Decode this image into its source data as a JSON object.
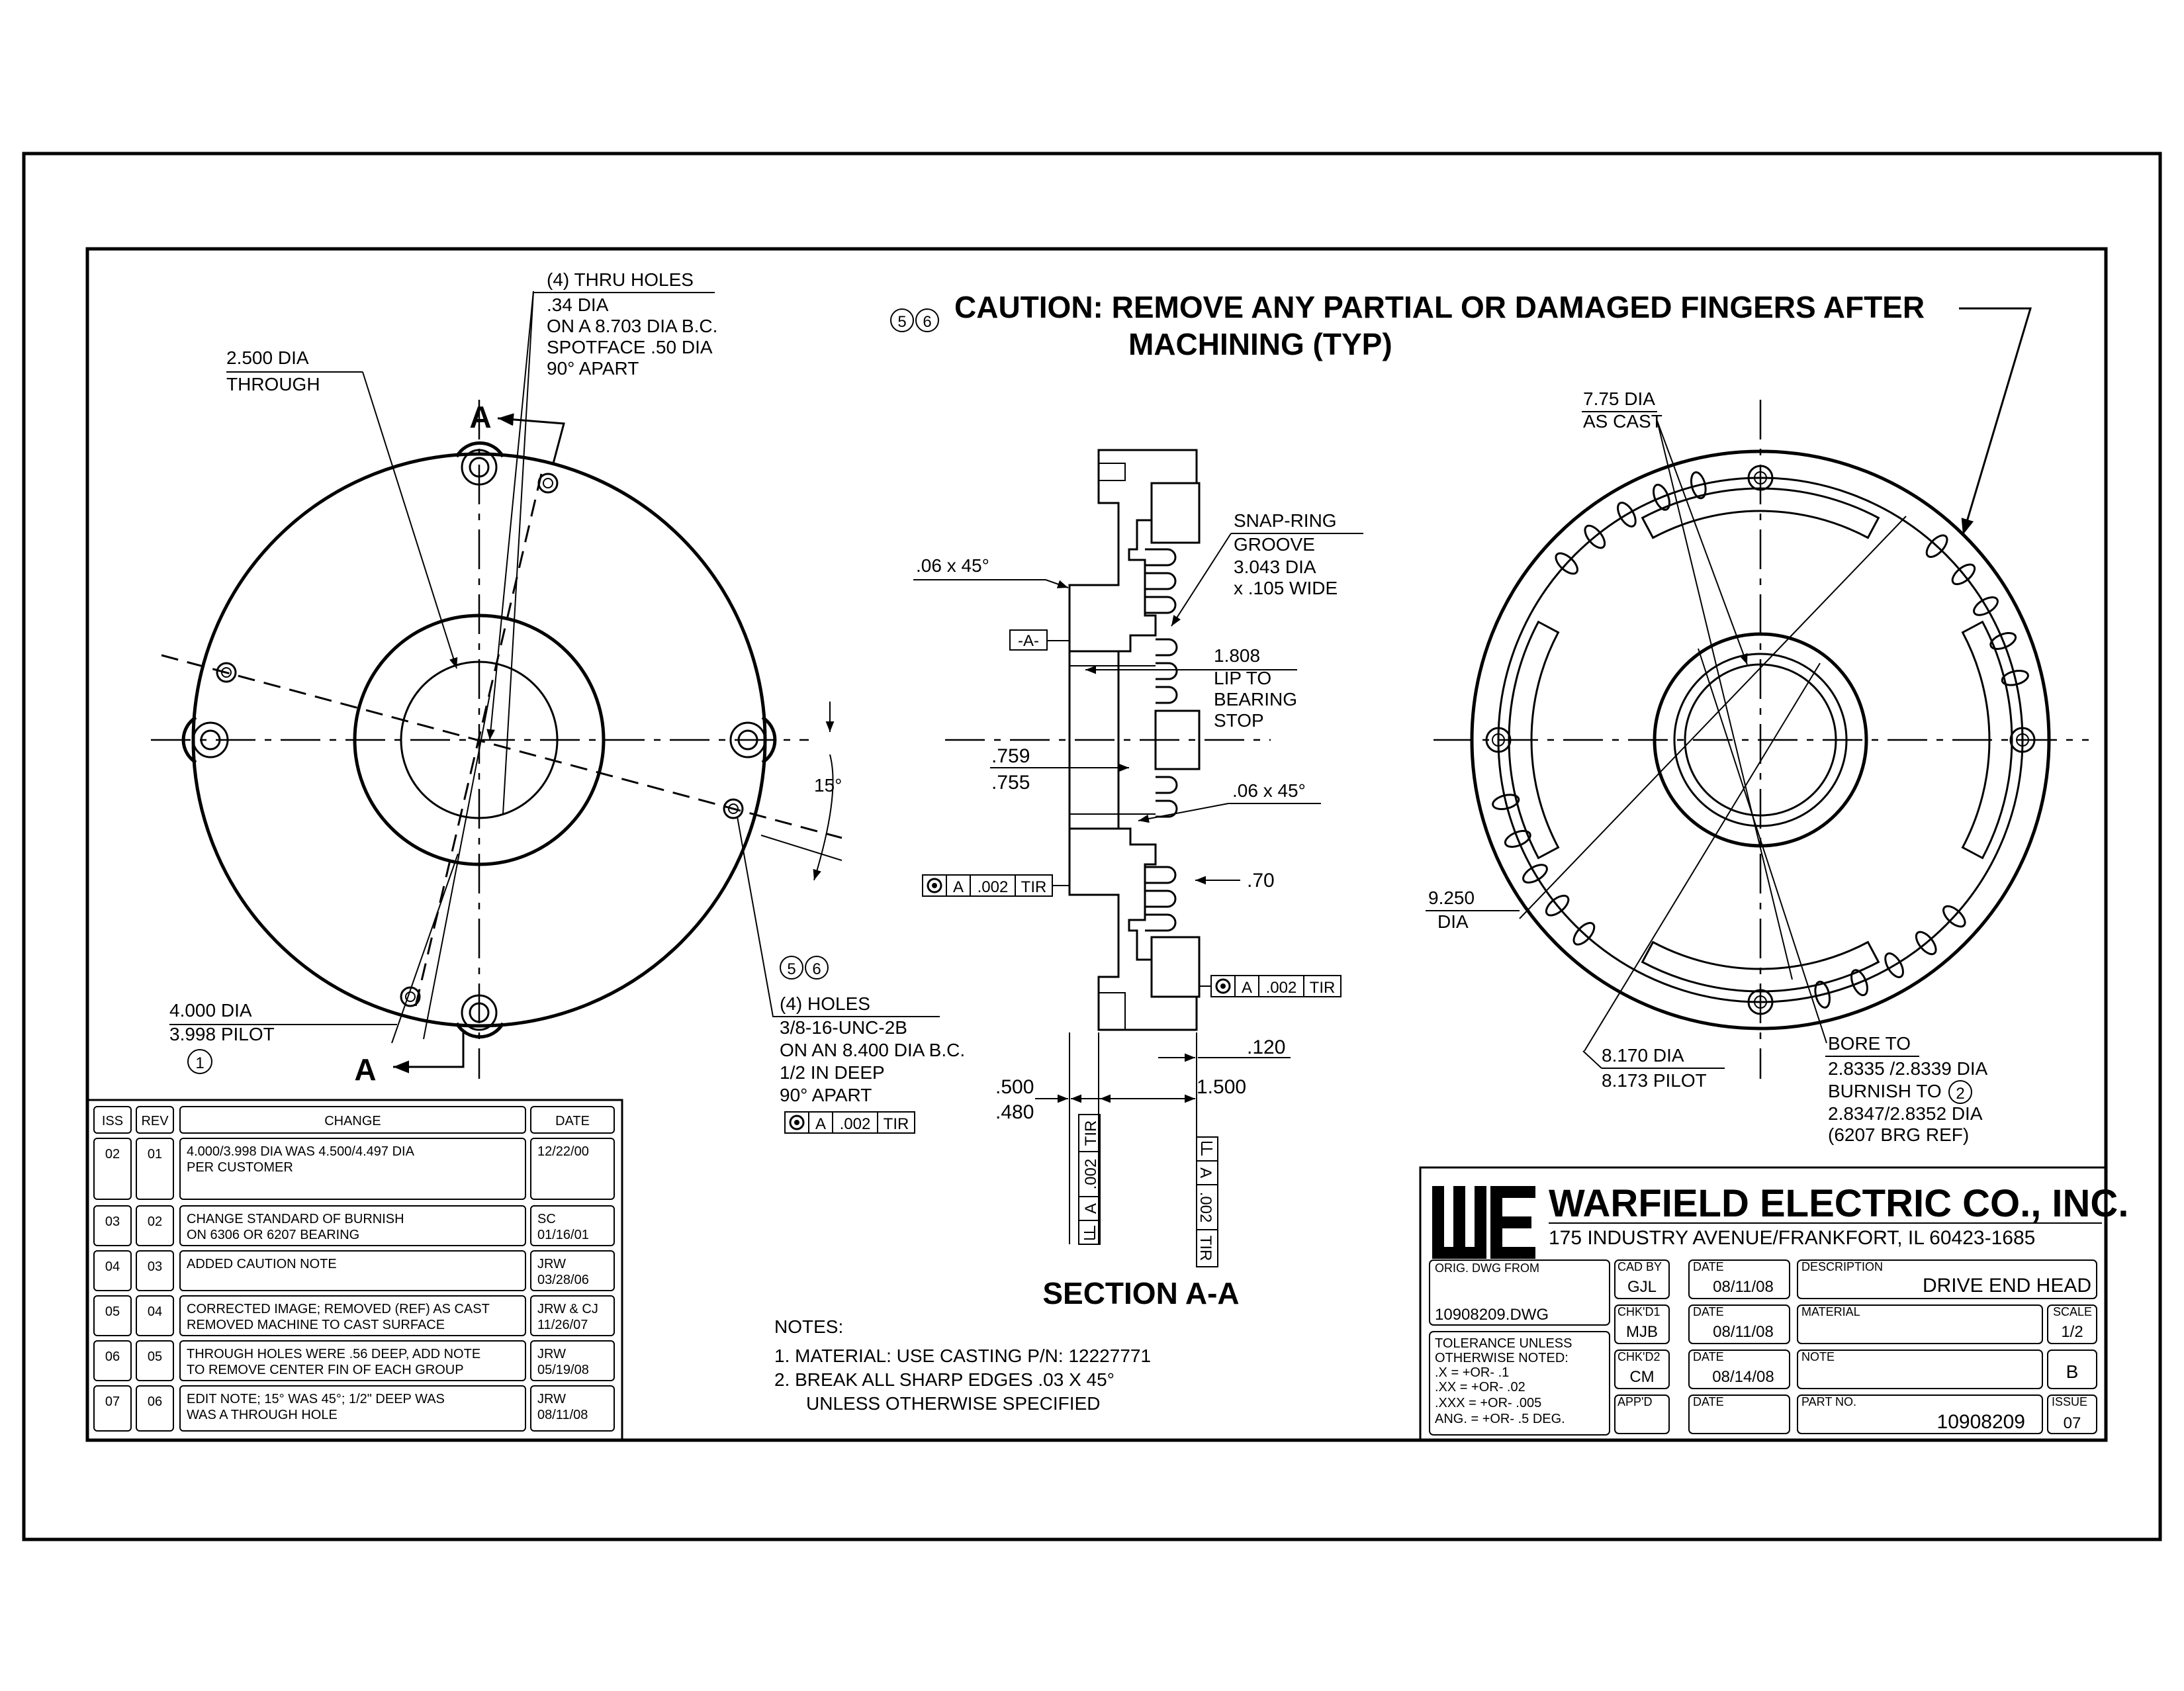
{
  "caution": {
    "circled": [
      "5",
      "6"
    ],
    "line1": "CAUTION:  REMOVE ANY PARTIAL OR DAMAGED FINGERS AFTER",
    "line2": "MACHINING (TYP)"
  },
  "left_view": {
    "thru_holes": [
      "(4) THRU HOLES",
      ".34 DIA",
      "ON A 8.703 DIA B.C.",
      "SPOTFACE .50 DIA",
      "90° APART"
    ],
    "bore": [
      "2.500 DIA",
      "THROUGH"
    ],
    "section_marks": [
      "A",
      "A"
    ],
    "angle": "15°",
    "pilot": [
      "4.000 DIA",
      "3.998 PILOT"
    ],
    "pilot_note": "1",
    "tapped_note_circles": [
      "5",
      "6"
    ],
    "tapped_holes": [
      "(4) HOLES",
      "3/8-16-UNC-2B",
      "ON AN 8.400 DIA B.C.",
      "1/2 IN DEEP",
      "90° APART"
    ]
  },
  "section": {
    "title": "SECTION A-A",
    "datum": "-A-",
    "chamfer_top": ".06 x 45°",
    "snap_ring": [
      "SNAP-RING",
      "GROOVE",
      "3.043 DIA",
      "x .105 WIDE"
    ],
    "lip": [
      "1.808",
      "LIP TO",
      "BEARING",
      "STOP"
    ],
    "dim_759": ".759",
    "dim_755": ".755",
    "chamfer_mid": ".06 x 45°",
    "dim_70": ".70",
    "dim_120": ".120",
    "dim_1500": "1.500",
    "dim_500": ".500",
    "dim_480": ".480"
  },
  "fcf": {
    "datum": "A",
    "value": ".002",
    "mod": "TIR"
  },
  "right_view": {
    "cast": [
      "7.75 DIA",
      "AS CAST"
    ],
    "dia": [
      "9.250",
      "DIA"
    ],
    "pilot": [
      "8.170 DIA",
      "8.173 PILOT"
    ],
    "bore": [
      "BORE TO",
      "2.8335 /2.8339 DIA",
      "BURNISH TO",
      "2.8347/2.8352 DIA",
      "(6207 BRG REF)"
    ],
    "burnish_note": "2"
  },
  "notes": {
    "title": "NOTES:",
    "items": [
      "1.  MATERIAL:  USE CASTING P/N:  12227771",
      "2.  BREAK ALL SHARP EDGES .03 X 45°",
      "UNLESS OTHERWISE SPECIFIED"
    ]
  },
  "revisions": {
    "headers": [
      "ISS",
      "REV",
      "CHANGE",
      "DATE"
    ],
    "rows": [
      {
        "iss": "02",
        "rev": "01",
        "change": [
          "4.000/3.998 DIA WAS 4.500/4.497 DIA",
          "PER CUSTOMER"
        ],
        "date": [
          "12/22/00"
        ]
      },
      {
        "iss": "03",
        "rev": "02",
        "change": [
          "CHANGE STANDARD OF BURNISH",
          "ON 6306 OR 6207 BEARING"
        ],
        "date": [
          "SC",
          "01/16/01"
        ]
      },
      {
        "iss": "04",
        "rev": "03",
        "change": [
          "ADDED CAUTION NOTE"
        ],
        "date": [
          "JRW",
          "03/28/06"
        ]
      },
      {
        "iss": "05",
        "rev": "04",
        "change": [
          "CORRECTED IMAGE; REMOVED (REF) AS CAST",
          "REMOVED MACHINE TO CAST SURFACE"
        ],
        "date": [
          "JRW & CJ",
          "11/26/07"
        ]
      },
      {
        "iss": "06",
        "rev": "05",
        "change": [
          "THROUGH HOLES WERE .56 DEEP, ADD NOTE",
          "TO REMOVE CENTER FIN OF EACH GROUP"
        ],
        "date": [
          "JRW",
          "05/19/08"
        ]
      },
      {
        "iss": "07",
        "rev": "06",
        "change": [
          "EDIT NOTE; 15° WAS 45°; 1/2\" DEEP WAS",
          "WAS A THROUGH HOLE"
        ],
        "date": [
          "JRW",
          "08/11/08"
        ]
      }
    ]
  },
  "title_block": {
    "company": "WARFIELD ELECTRIC CO., INC.",
    "address": "175 INDUSTRY AVENUE/FRANKFORT, IL 60423-1685",
    "orig_dwg_label": "ORIG. DWG FROM",
    "orig_dwg": "10908209.DWG",
    "tolerance": [
      "TOLERANCE UNLESS",
      "OTHERWISE NOTED:",
      ".X    = +OR- .1",
      ".XX   = +OR- .02",
      ".XXX  = +OR- .005",
      "ANG. = +OR- .5 DEG."
    ],
    "cad_by_label": "CAD BY",
    "cad_by": "GJL",
    "chk1_label": "CHK'D1",
    "chk1": "MJB",
    "chk2_label": "CHK'D2",
    "chk2": "CM",
    "appd_label": "APP'D",
    "date_label": "DATE",
    "date1": "08/11/08",
    "date2": "08/11/08",
    "date3": "08/14/08",
    "description_label": "DESCRIPTION",
    "description": "DRIVE END HEAD",
    "material_label": "MATERIAL",
    "scale_label": "SCALE",
    "scale": "1/2",
    "note_label": "NOTE",
    "note_value": "B",
    "part_no_label": "PART NO.",
    "part_no": "10908209",
    "issue_label": "ISSUE",
    "issue": "07"
  }
}
